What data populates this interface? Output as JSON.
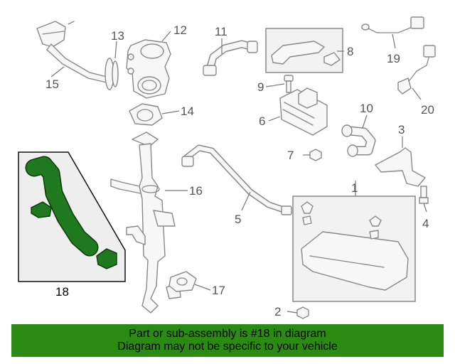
{
  "labels": {
    "p1": "1",
    "p2": "2",
    "p3": "3",
    "p4": "4",
    "p5": "5",
    "p6": "6",
    "p7": "7",
    "p8": "8",
    "p9": "9",
    "p10": "10",
    "p11": "11",
    "p12": "12",
    "p13": "13",
    "p14": "14",
    "p15": "15",
    "p16": "16",
    "p17": "17",
    "p18": "18",
    "p19": "19",
    "p20": "20"
  },
  "banner": {
    "line1": "Part or sub-assembly is #18 in diagram",
    "line2": "Diagram may not be specific to your vehicle"
  },
  "colors": {
    "highlight": "#1f7a1f",
    "banner": "#2a8a12"
  }
}
